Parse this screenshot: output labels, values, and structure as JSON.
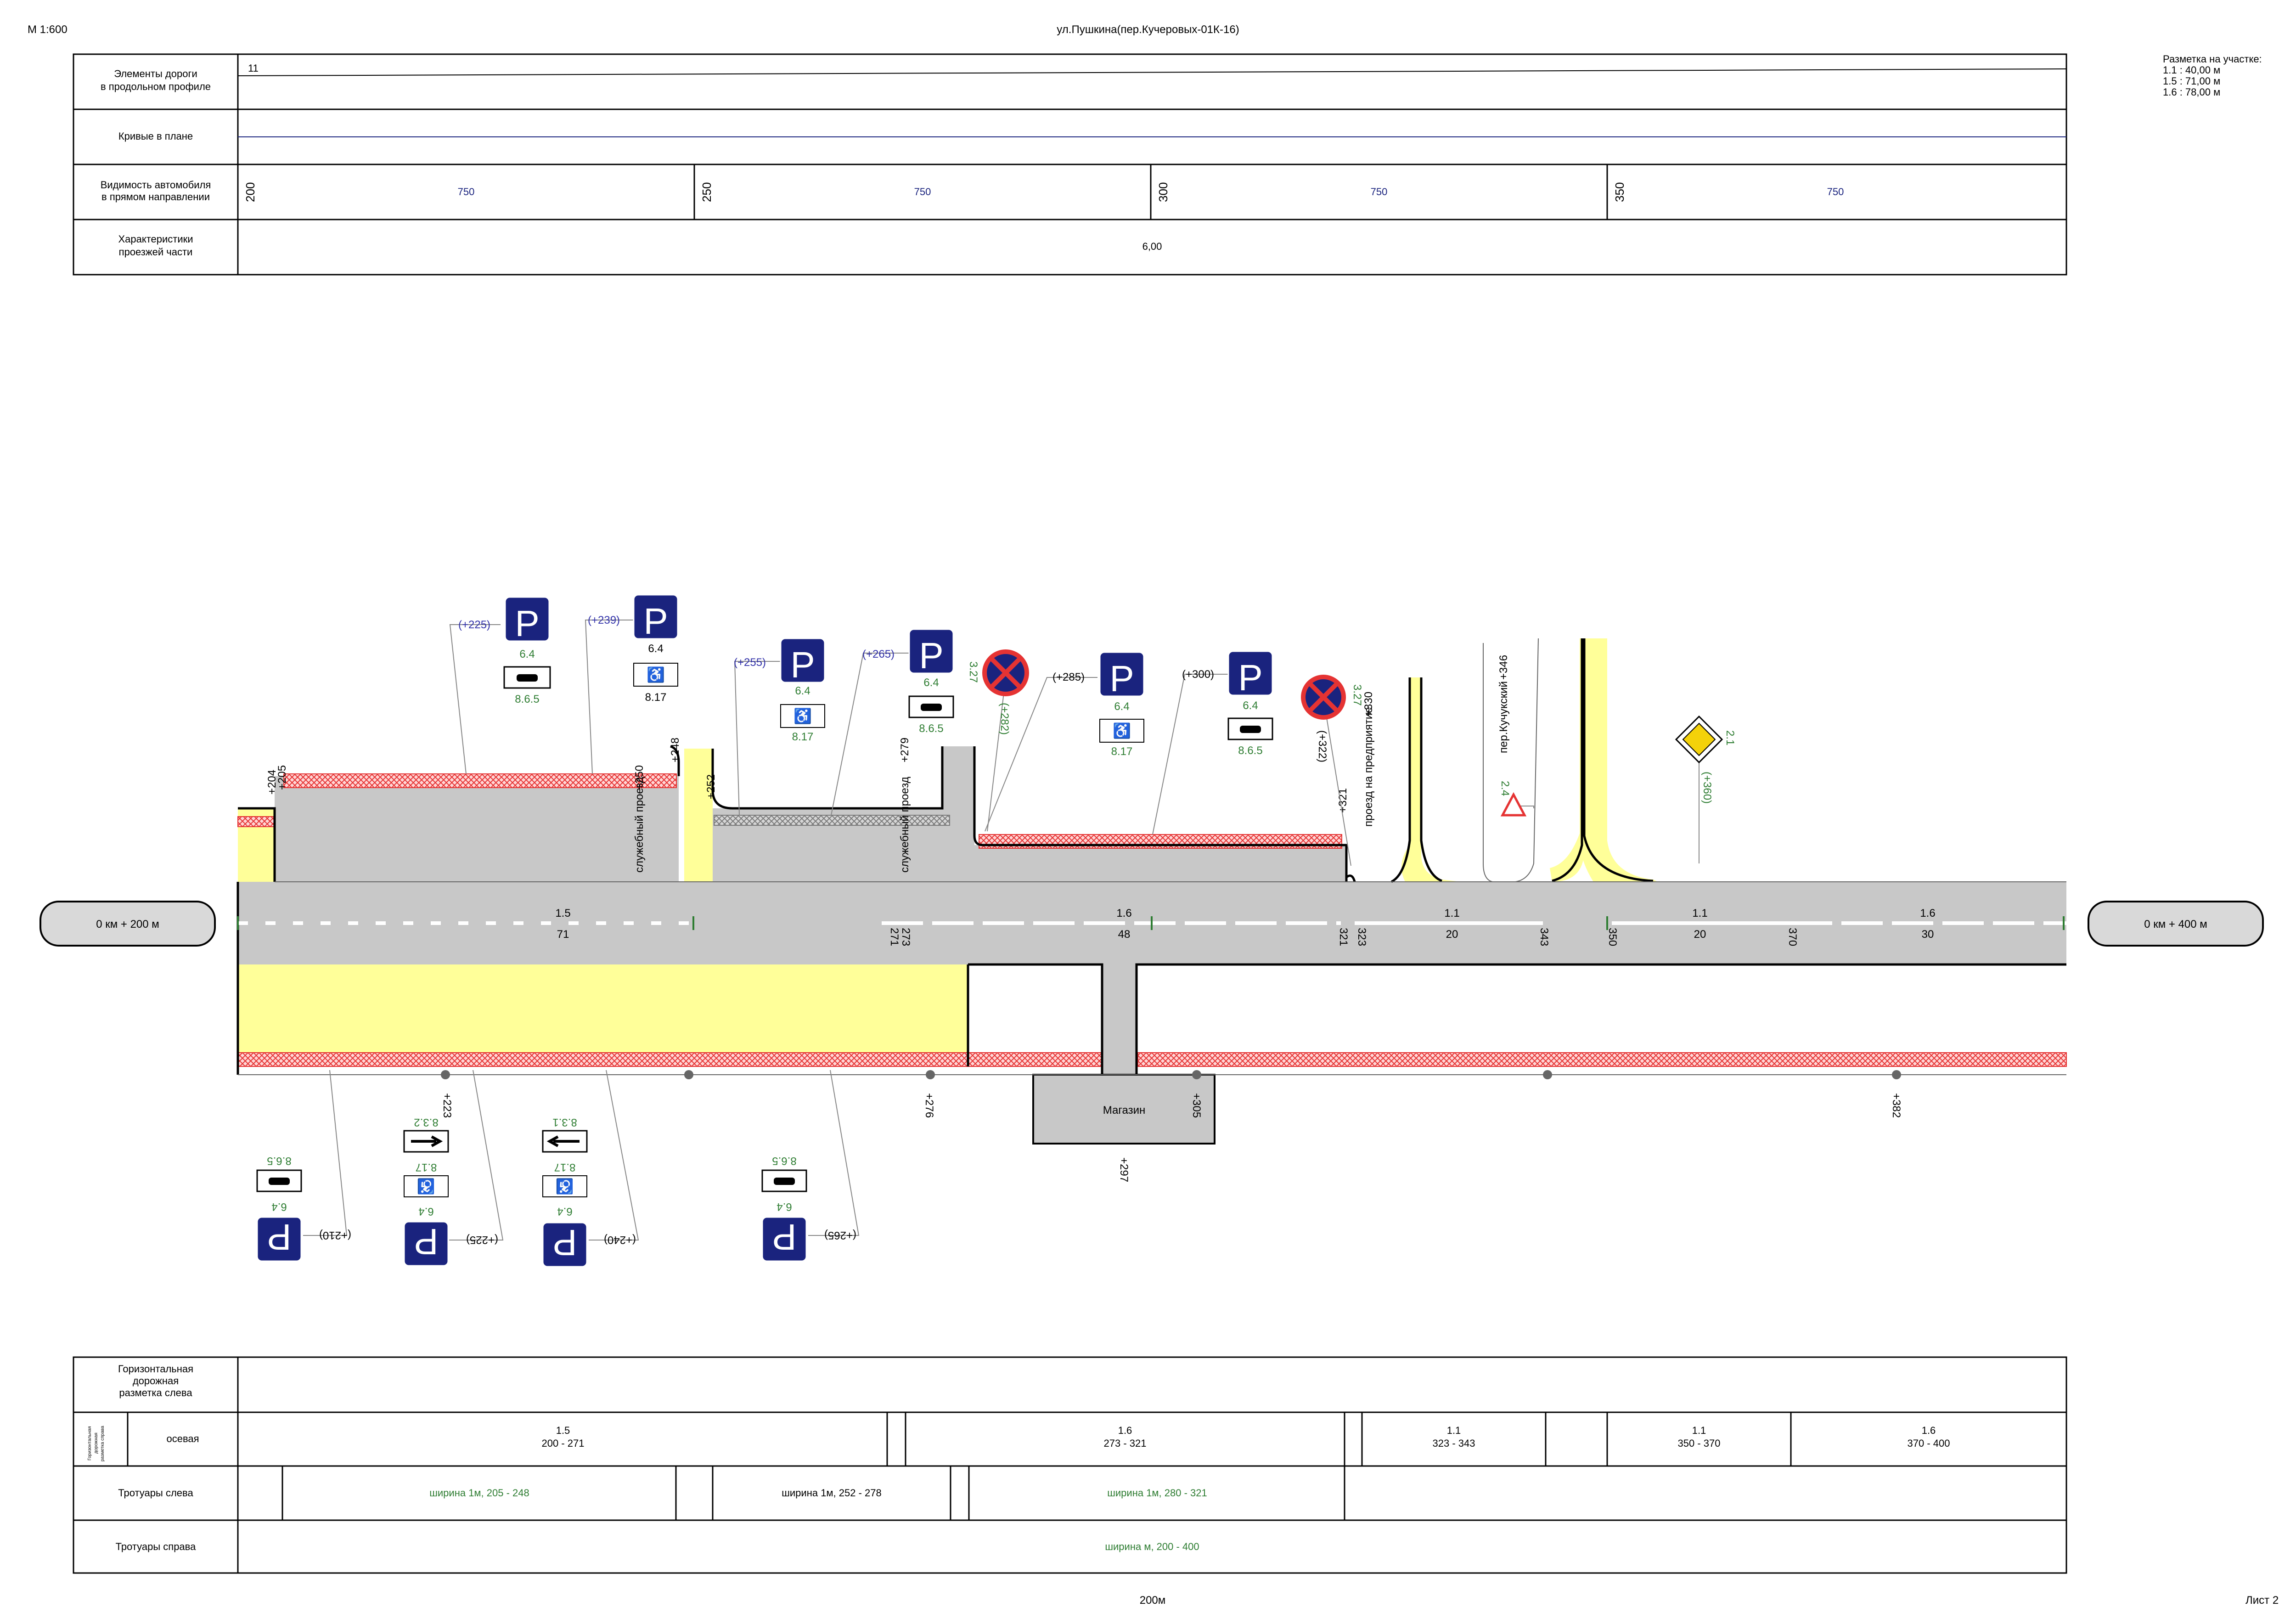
{
  "header": {
    "scale": "М 1:600",
    "title": "ул.Пушкина(пер.Кучеровых-01К-16)",
    "sheet": "Лист 2",
    "footer_scale": "200м"
  },
  "legend": {
    "title": "Разметка на участке:",
    "lines": [
      "1.1 : 40,00 м",
      "1.5 : 71,00 м",
      "1.6 : 78,00 м"
    ]
  },
  "top_table": {
    "row1_label_a": "Элементы дороги",
    "row1_label_b": "в продольном профиле",
    "row1_value": "11",
    "row2_label": "Кривые в плане",
    "row3_label_a": "Видимость автомобиля",
    "row3_label_b": "в прямом направлении",
    "row3_pickets": [
      "200",
      "250",
      "300",
      "350"
    ],
    "row3_values": [
      "750",
      "750",
      "750",
      "750"
    ],
    "row4_label_a": "Характеристики",
    "row4_label_b": "проезжей части",
    "row4_value": "6,00"
  },
  "road": {
    "start_label": "0 км + 200 м",
    "end_label": "0 км + 400 м",
    "axis_marks": [
      {
        "name": "1.5",
        "len": "71"
      },
      {
        "name": "1.6",
        "len": "48"
      },
      {
        "name": "1.1",
        "len": "20"
      },
      {
        "name": "1.1",
        "len": "20"
      },
      {
        "name": "1.6",
        "len": "30"
      }
    ],
    "axis_pickets": [
      "271",
      "273",
      "321",
      "323",
      "343",
      "350",
      "370"
    ],
    "left_pickets": [
      "+205",
      "+204",
      "+250",
      "+248",
      "+252",
      "+279",
      "+321",
      "+330",
      "+346"
    ],
    "right_pickets": [
      "+223",
      "+276",
      "+305",
      "+297",
      "+382"
    ],
    "driveway_label": "служебный проезд",
    "enterprise_label": "проезд на предприятие",
    "lane_label": "пер.Кучукский",
    "shop_label": "Магазин"
  },
  "signs_top": [
    {
      "pos": "(+225)",
      "code": "6.4",
      "sub": "8.6.5"
    },
    {
      "pos": "(+239)",
      "code": "6.4",
      "sub": "8.17"
    },
    {
      "pos": "(+255)",
      "code": "6.4",
      "sub": "8.17"
    },
    {
      "pos": "(+265)",
      "code": "6.4",
      "sub": "8.6.5"
    },
    {
      "pos": "(+282)",
      "code": "3.27",
      "sub": ""
    },
    {
      "pos": "(+285)",
      "code": "6.4",
      "sub": "8.17"
    },
    {
      "pos": "(+300)",
      "code": "6.4",
      "sub": "8.6.5"
    },
    {
      "pos": "(+322)",
      "code": "3.27",
      "sub": ""
    },
    {
      "pos": "",
      "code": "2.4",
      "sub": ""
    },
    {
      "pos": "(+360)",
      "code": "2.1",
      "sub": ""
    }
  ],
  "signs_bottom": [
    {
      "pos": "(+210)",
      "code": "6.4",
      "sub": "8.6.5"
    },
    {
      "pos": "(+225)",
      "code": "6.4",
      "sub": "8.17",
      "extra": "8.3.2"
    },
    {
      "pos": "(+240)",
      "code": "6.4",
      "sub": "8.17",
      "extra": "8.3.1"
    },
    {
      "pos": "(+265)",
      "code": "6.4",
      "sub": "8.6.5"
    }
  ],
  "sign_letter": "P",
  "bottom_table": {
    "row1_label_a": "Горизонтальная",
    "row1_label_b": "дорожная",
    "row1_label_c": "разметка слева",
    "row2_side_a": "Горизонтальная",
    "row2_side_b": "дорожная",
    "row2_side_c": "разметка справа",
    "row2_label": "осевая",
    "row2_cells": [
      {
        "name": "1.5",
        "range": "200 - 271"
      },
      {
        "name": "1.6",
        "range": "273 - 321"
      },
      {
        "name": "1.1",
        "range": "323 - 343"
      },
      {
        "name": "1.1",
        "range": "350 - 370"
      },
      {
        "name": "1.6",
        "range": "370 - 400"
      }
    ],
    "row3_label": "Тротуары слева",
    "row3_cells": [
      "ширина 1м, 205 - 248",
      "ширина 1м, 252 - 278",
      "ширина 1м, 280 - 321"
    ],
    "row4_label": "Тротуары справа",
    "row4_value": "ширина м, 200 - 400"
  },
  "colors": {
    "yellow": "#ffff99",
    "asphalt": "#c8c8c8",
    "red": "#e53333",
    "blue": "#1a237e",
    "green": "#2e7d32",
    "pos_text": "#3333aa"
  }
}
